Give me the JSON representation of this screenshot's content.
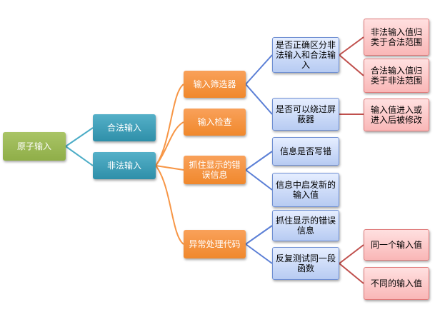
{
  "colors": {
    "root": "#9bbb59",
    "teal": "#4bacc6",
    "orange": "#f79646",
    "blue": "#c6d9f1",
    "pink": "#f9c0c0",
    "link_root": "#4bacc6",
    "link_illegal": "#f79646",
    "link_detail": "#5b7fd6",
    "link_result": "#c0504d"
  },
  "nodes": {
    "root": "原子输入",
    "legal": "合法输入",
    "illegal": "非法输入",
    "filter": "输入筛选器",
    "check": "输入检查",
    "errmsg": "抓住显示的错误信息",
    "exception": "异常处理代码",
    "distinguish": "是否正确区分非法输入和合法输入",
    "bypass": "是否可以绕过屏蔽器",
    "msg_written": "信息是否写错",
    "msg_new_value": "信息中启发新的输入值",
    "catch_msg": "抓住显示的错误信息",
    "retry_segment": "反复测试同一段函数",
    "illegal_to_legal": "非法输入值归类于合法范围",
    "legal_to_illegal": "合法输入值归类于非法范围",
    "value_modified": "输入值进入或进入后被修改",
    "same_value": "同一个输入值",
    "diff_value": "不同的输入值"
  }
}
